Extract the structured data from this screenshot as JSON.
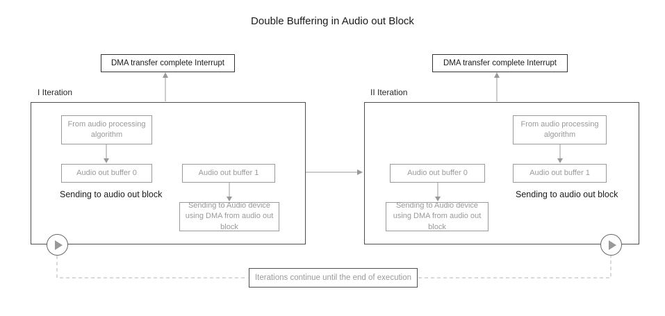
{
  "title": "Double Buffering in Audio out Block",
  "colors": {
    "outer_border": "#4d4d4d",
    "inner_border": "#999999",
    "gray_text": "#999999",
    "black_text": "#1a1a1a",
    "arrow": "#999999",
    "dashed_line": "#b3b3b3"
  },
  "iterations": [
    {
      "label": "I Iteration",
      "interrupt": "DMA transfer complete Interrupt",
      "from_audio": "From audio processing algorithm",
      "fill_buffer": "Audio out buffer 0",
      "fill_note": "Sending to audio out block",
      "send_buffer": "Audio out buffer 1",
      "dma_send": "Sending to Audio device using DMA from audio out block"
    },
    {
      "label": "II Iteration",
      "interrupt": "DMA transfer complete Interrupt",
      "from_audio": "From audio processing algorithm",
      "fill_buffer": "Audio out buffer 1",
      "fill_note": "Sending to audio out block",
      "send_buffer": "Audio out buffer 0",
      "dma_send": "Sending to Audio device using DMA from audio out block"
    }
  ],
  "footer_note": "Iterations continue until the end of execution"
}
